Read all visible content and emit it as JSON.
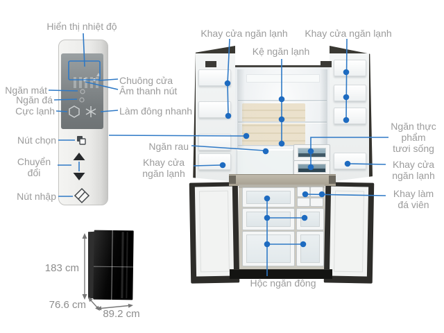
{
  "panel_callouts": {
    "temperature_display": "Hiển thị nhiệt độ",
    "door_chime": "Chuông cửa",
    "button_sound": "Âm thanh nút",
    "cool_compartment": "Ngăn mát",
    "freezer_compartment": "Ngăn đá",
    "extra_cold": "Cực lạnh",
    "quick_freeze": "Làm đông nhanh",
    "select_button": "Nút chọn",
    "toggle_button": "Chuyển đổi",
    "enter_button": "Nút nhập"
  },
  "fridge_callouts": {
    "door_tray_top_left": "Khay cửa ngăn lạnh",
    "fridge_shelf": "Kệ ngăn lạnh",
    "door_tray_top_right": "Khay cửa ngăn lạnh",
    "fresh_food_compartment": "Ngăn thực\nphẩm\ntươi sống",
    "door_tray_right": "Khay cửa ngăn lạnh",
    "ice_cube_tray": "Khay làm đá viên",
    "vegetable_drawer": "Ngăn rau",
    "door_tray_left": "Khay cửa ngăn lạnh",
    "freezer_drawer": "Hộc ngăn đông"
  },
  "dimensions": {
    "height": "183 cm",
    "depth": "76.6 cm",
    "width": "89.2 cm"
  },
  "icons": {
    "extra_cold": "hexagon",
    "quick_freeze": "snowflake",
    "select": "overlapping-squares",
    "toggle_up": "triangle-up",
    "toggle_down": "triangle-down",
    "enter": "diamond"
  },
  "colors": {
    "callout_line": "#2e79c6",
    "callout_dot": "#1e6bc0",
    "label_gray": "#9b9b9b"
  }
}
